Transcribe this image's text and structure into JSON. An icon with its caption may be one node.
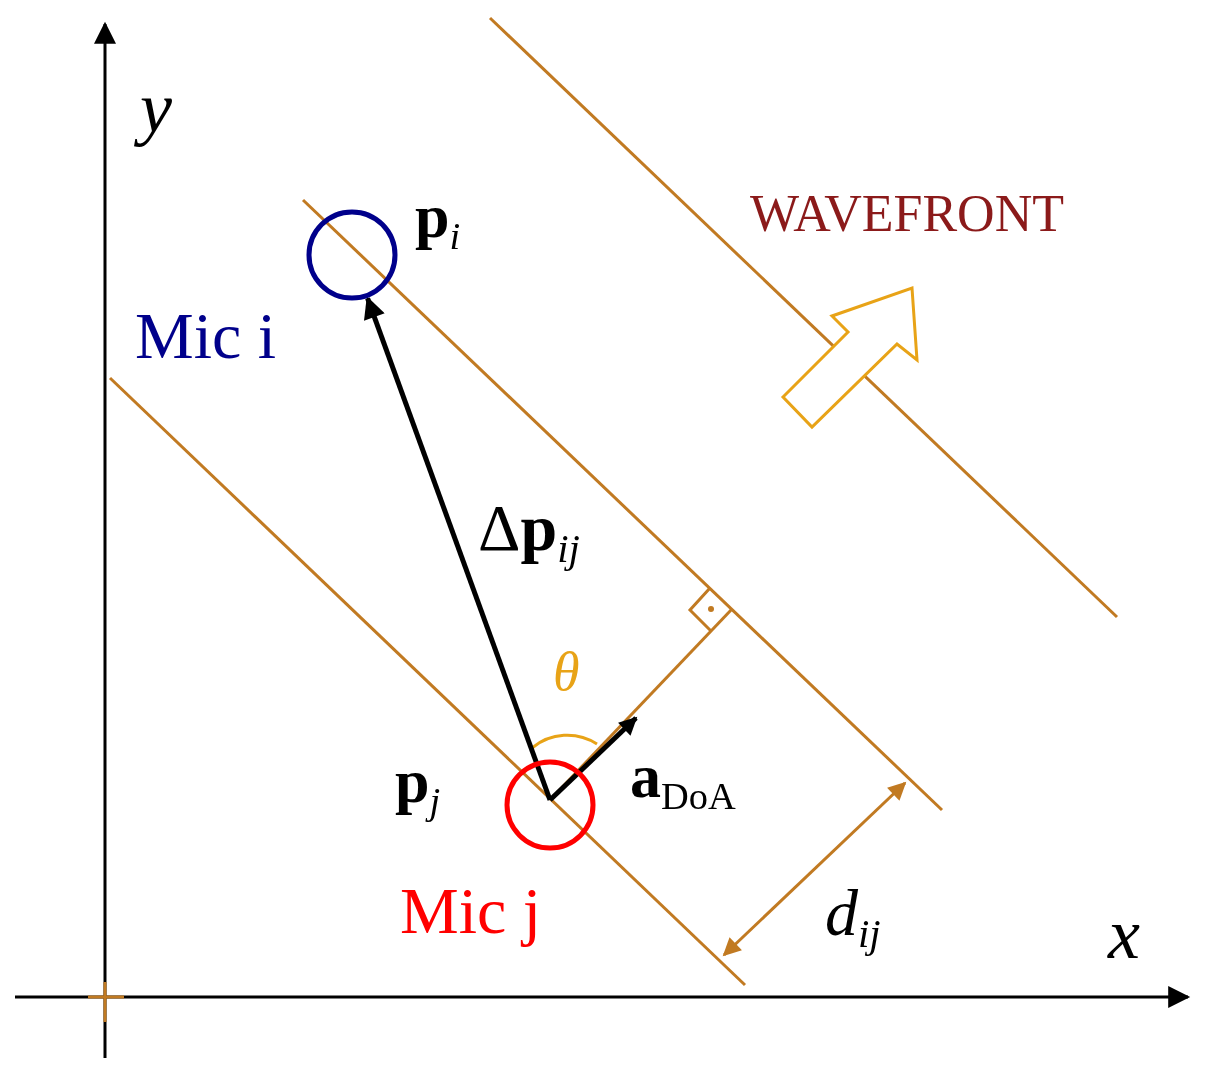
{
  "diagram": {
    "nodes": [
      {
        "text": [],
        "shape": "circle",
        "beside": [
          "**p**$_{i}$",
          "Mic i"
        ]
      },
      {
        "text": [],
        "shape": "circle",
        "beside": [
          "**p**$_{j}$",
          "Mic j"
        ]
      }
    ],
    "edges": [
      {
        "from": 1,
        "to": 0,
        "arrow": "to",
        "label": "Δ**p**$_{ij}$"
      }
    ],
    "labels": [
      "y",
      "WAVEFRONT",
      "θ",
      "**a**$_{DoA}$",
      "d$_{ij}$",
      "x"
    ]
  }
}
